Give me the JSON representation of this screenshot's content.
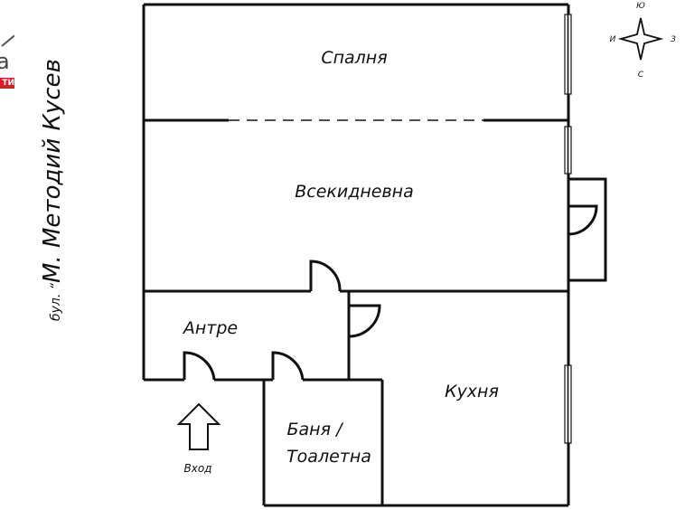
{
  "rooms": {
    "bedroom": "Спалня",
    "living_room": "Всекидневна",
    "hallway": "Антре",
    "kitchen": "Кухня",
    "bathroom_line1": "Баня /",
    "bathroom_line2": "Тоалетна"
  },
  "entrance_label": "Вход",
  "street": {
    "prefix": "бул. “",
    "name": "М. Методий Кусев"
  },
  "compass": {
    "north": "Ю",
    "south": "С",
    "west": "И",
    "east": "З"
  },
  "logo": {
    "letter": "a",
    "badge": "ТИ",
    "accent_color": "#d61f26"
  }
}
